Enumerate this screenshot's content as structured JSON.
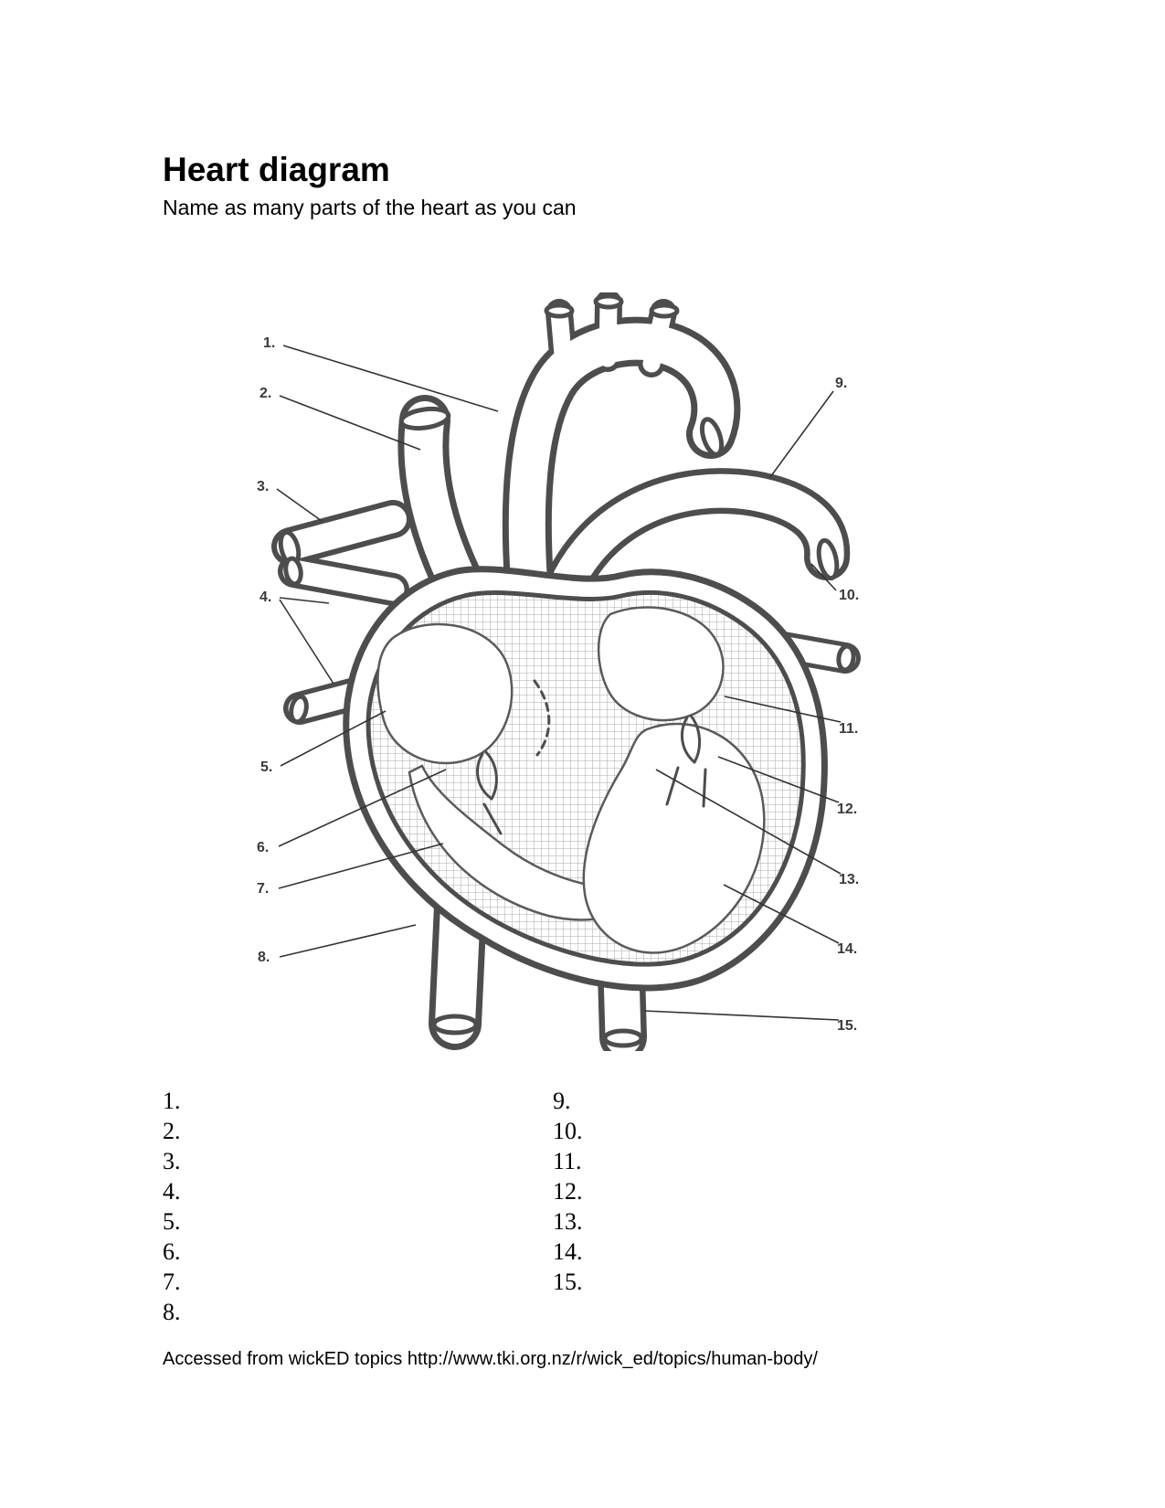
{
  "page": {
    "title": "Heart diagram",
    "subtitle": "Name as many parts of the heart as you can",
    "footer": "Accessed from wickED topics http://www.tki.org.nz/r/wick_ed/topics/human-body/"
  },
  "diagram": {
    "description": "Unlabeled cross-section drawing of the human heart with numbered pointer lines",
    "labels": [
      {
        "text": "1."
      },
      {
        "text": "2."
      },
      {
        "text": "3."
      },
      {
        "text": "4."
      },
      {
        "text": "5."
      },
      {
        "text": "6."
      },
      {
        "text": "7."
      },
      {
        "text": "8."
      },
      {
        "text": "9."
      },
      {
        "text": "10."
      },
      {
        "text": "11."
      },
      {
        "text": "12."
      },
      {
        "text": "13."
      },
      {
        "text": "14."
      },
      {
        "text": "15."
      }
    ]
  },
  "answers": {
    "left": [
      {
        "text": "1."
      },
      {
        "text": "2."
      },
      {
        "text": "3."
      },
      {
        "text": "4."
      },
      {
        "text": "5."
      },
      {
        "text": "6."
      },
      {
        "text": "7."
      },
      {
        "text": "8."
      }
    ],
    "right": [
      {
        "text": "9."
      },
      {
        "text": "10."
      },
      {
        "text": "11."
      },
      {
        "text": "12."
      },
      {
        "text": "13."
      },
      {
        "text": "14."
      },
      {
        "text": "15."
      }
    ]
  }
}
